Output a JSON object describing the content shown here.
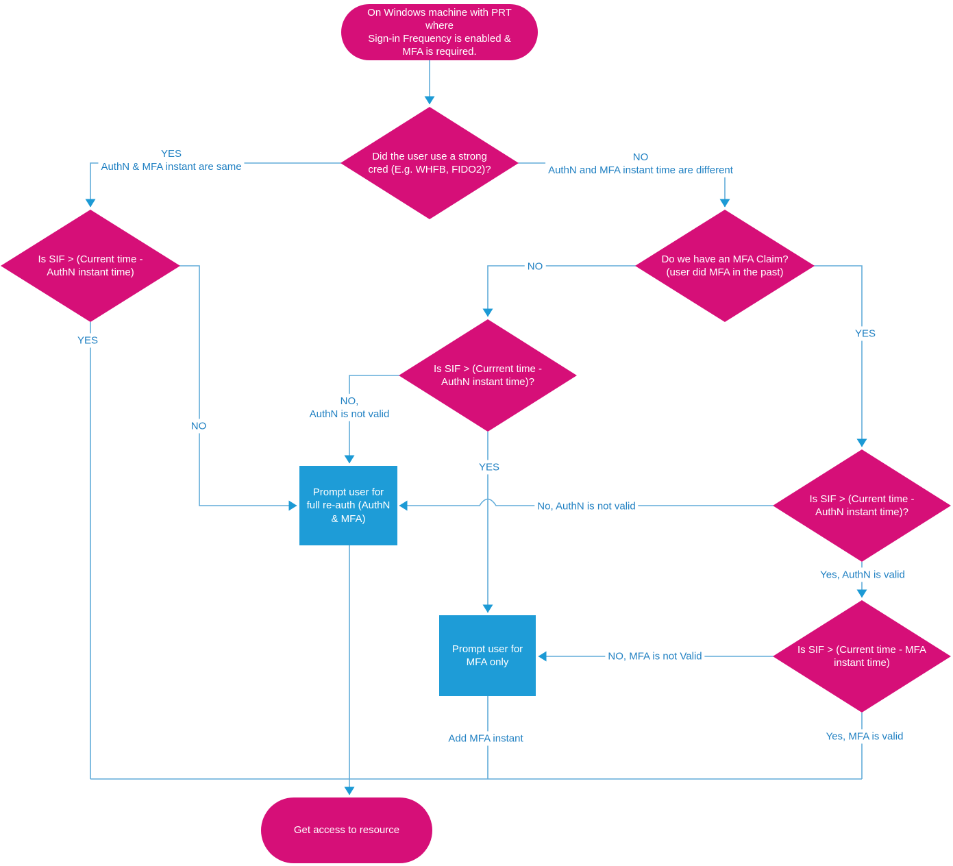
{
  "diagram": {
    "colors": {
      "node_pink": "#d60f78",
      "node_blue": "#1e9cd7",
      "connector_line": "#61acd9",
      "arrowhead": "#1c9ad5",
      "edge_label_text": "#2080c2",
      "node_text": "#ffffff"
    },
    "nodes": {
      "start": {
        "label": "On Windows machine with PRT\nwhere\nSign-in Frequency is enabled &\nMFA is required."
      },
      "strong_cred": {
        "label": "Did the user use a strong\ncred (E.g. WHFB, FIDO2)?"
      },
      "sif_authn_left": {
        "label": "Is SIF > (Current time -\nAuthN instant time)"
      },
      "mfa_claim": {
        "label": "Do we have an MFA Claim?\n(user did MFA in the past)"
      },
      "sif_authn_mid": {
        "label": "Is SIF > (Currrent time -\nAuthN instant time)?"
      },
      "sif_authn_right": {
        "label": "Is SIF > (Current time -\nAuthN instant time)?"
      },
      "sif_mfa_right": {
        "label": "Is SIF > (Current time - MFA\ninstant time)"
      },
      "prompt_full_reauth": {
        "label": "Prompt user for\nfull re-auth (AuthN\n& MFA)"
      },
      "prompt_mfa_only": {
        "label": "Prompt user for\nMFA only"
      },
      "end": {
        "label": "Get access to resource"
      }
    },
    "edge_labels": {
      "yes_same": "YES\nAuthN & MFA instant are same",
      "no_different": "NO\nAuthN and MFA instant time are different",
      "no_claim": "NO",
      "yes_claim": "YES",
      "yes_left_down": "YES",
      "no_left": "NO",
      "no_authn_not_valid_mid": "NO,\nAuthN is not valid",
      "yes_mid": "YES",
      "no_authn_not_valid_right": "No, AuthN is not valid",
      "yes_authn_valid": "Yes, AuthN is valid",
      "no_mfa_not_valid": "NO, MFA is not Valid",
      "yes_mfa_valid": "Yes, MFA is valid",
      "add_mfa_instant": "Add MFA instant"
    }
  }
}
